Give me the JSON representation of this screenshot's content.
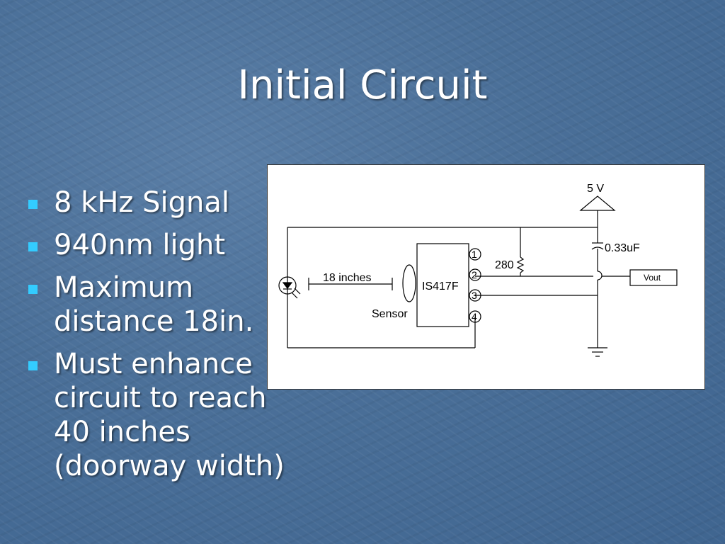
{
  "slide": {
    "title": "Initial Circuit",
    "bullets": [
      "8 kHz Signal",
      "940nm light",
      "Maximum distance 18in.",
      "Must enhance circuit to reach 40 inches (doorway width)"
    ]
  },
  "circuit": {
    "supply_label": "5 V",
    "capacitor_label": "0.33uF",
    "resistor_label": "280",
    "output_label": "Vout",
    "chip_label": "IS417F",
    "sensor_label": "Sensor",
    "distance_label": "18 inches",
    "pin_labels": [
      "1",
      "2",
      "3",
      "4"
    ]
  },
  "colors": {
    "background": "#4a6f98",
    "bullet_marker": "#33ccff",
    "text": "#ffffff"
  }
}
